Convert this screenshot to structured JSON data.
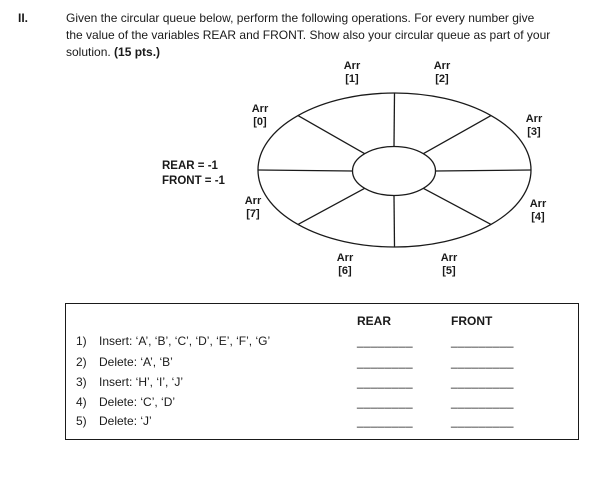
{
  "header": {
    "item_number": "II.",
    "line1": "Given the circular queue below, perform the following operations. For every number give",
    "line2": "the value of the variables REAR and FRONT. Show also your circular queue as part of your",
    "line3_text": "solution. ",
    "line3_points": "(15 pts.)"
  },
  "diagram": {
    "rear_state": "REAR = -1",
    "front_state": "FRONT = -1",
    "slots": [
      {
        "name": "Arr",
        "index": "[0]"
      },
      {
        "name": "Arr",
        "index": "[1]"
      },
      {
        "name": "Arr",
        "index": "[2]"
      },
      {
        "name": "Arr",
        "index": "[3]"
      },
      {
        "name": "Arr",
        "index": "[4]"
      },
      {
        "name": "Arr",
        "index": "[5]"
      },
      {
        "name": "Arr",
        "index": "[6]"
      },
      {
        "name": "Arr",
        "index": "[7]"
      }
    ]
  },
  "table": {
    "headers": {
      "rear": "REAR",
      "front": "FRONT"
    },
    "rows": [
      {
        "num": "1)",
        "op": "Insert: ‘A’, ‘B’, ‘C’, ‘D’, ‘E’, ‘F’, ‘G’",
        "rear_blank": "________",
        "front_blank": "_________"
      },
      {
        "num": "2)",
        "op": "Delete: ‘A’, ‘B’",
        "rear_blank": "________",
        "front_blank": "_________"
      },
      {
        "num": "3)",
        "op": "Insert: ‘H’, ‘I’, ‘J’",
        "rear_blank": "________",
        "front_blank": "_________"
      },
      {
        "num": "4)",
        "op": "Delete: ‘C’, ‘D’",
        "rear_blank": "________",
        "front_blank": "_________"
      },
      {
        "num": "5)",
        "op": "Delete: ‘J’",
        "rear_blank": "________",
        "front_blank": "_________"
      }
    ]
  },
  "colors": {
    "ink": "#1a1a1a",
    "background": "#ffffff"
  }
}
